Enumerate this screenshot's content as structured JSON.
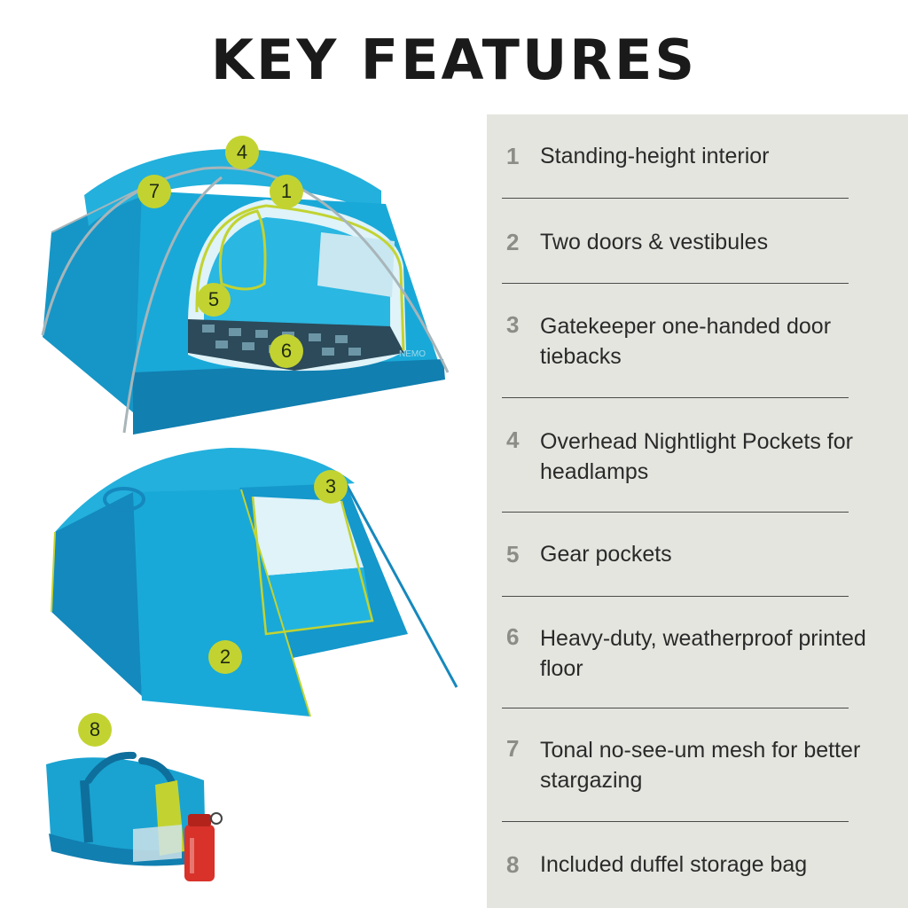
{
  "title": "KEY FEATURES",
  "features": [
    {
      "num": "1",
      "text": "Standing-height interior"
    },
    {
      "num": "2",
      "text": "Two doors & vestibules"
    },
    {
      "num": "3",
      "text": "Gatekeeper one-handed door tiebacks"
    },
    {
      "num": "4",
      "text": "Overhead Nightlight Pockets for headlamps"
    },
    {
      "num": "5",
      "text": "Gear pockets"
    },
    {
      "num": "6",
      "text": "Heavy-duty, weatherproof printed floor"
    },
    {
      "num": "7",
      "text": "Tonal no-see-um mesh for better stargazing"
    },
    {
      "num": "8",
      "text": "Included duffel storage bag"
    }
  ],
  "markers": {
    "m1": "1",
    "m2": "2",
    "m3": "3",
    "m4": "4",
    "m5": "5",
    "m6": "6",
    "m7": "7",
    "m8": "8"
  },
  "colors": {
    "tent_blue": "#1aa3d1",
    "tent_dark": "#0e7fb0",
    "accent_lime": "#c2d331",
    "panel_bg": "#e5e5e0",
    "bottle_red": "#d8322a"
  }
}
